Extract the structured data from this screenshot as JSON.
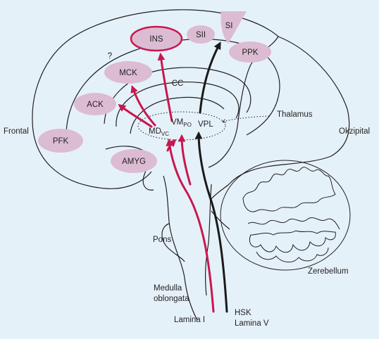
{
  "colors": {
    "background": "#e5f1f8",
    "region_fill": "#dcbcd2",
    "pain_pathway": "#c8174f",
    "touch_pathway": "#1a1a1a",
    "outline": "#231f20"
  },
  "regions": {
    "ins": "INS",
    "sii": "SII",
    "si": "SI",
    "ppk": "PPK",
    "mck": "MCK",
    "question": "?",
    "ack": "ACK",
    "pfk": "PFK",
    "amyg": "AMYG"
  },
  "nuclei": {
    "md": "MD",
    "md_sub": "VC",
    "vm": "VM",
    "vm_sub": "PO",
    "vpl": "VPL"
  },
  "labels": {
    "cc": "CC",
    "thalamus": "Thalamus",
    "frontal": "Frontal",
    "okzipital": "Okzipital",
    "pons": "Pons",
    "medulla_line1": "Medulla",
    "medulla_line2": "oblongata",
    "zerebellum": "Zerebellum",
    "lamina_i": "Lamina I",
    "hsk": "HSK",
    "lamina_v": "Lamina V"
  }
}
